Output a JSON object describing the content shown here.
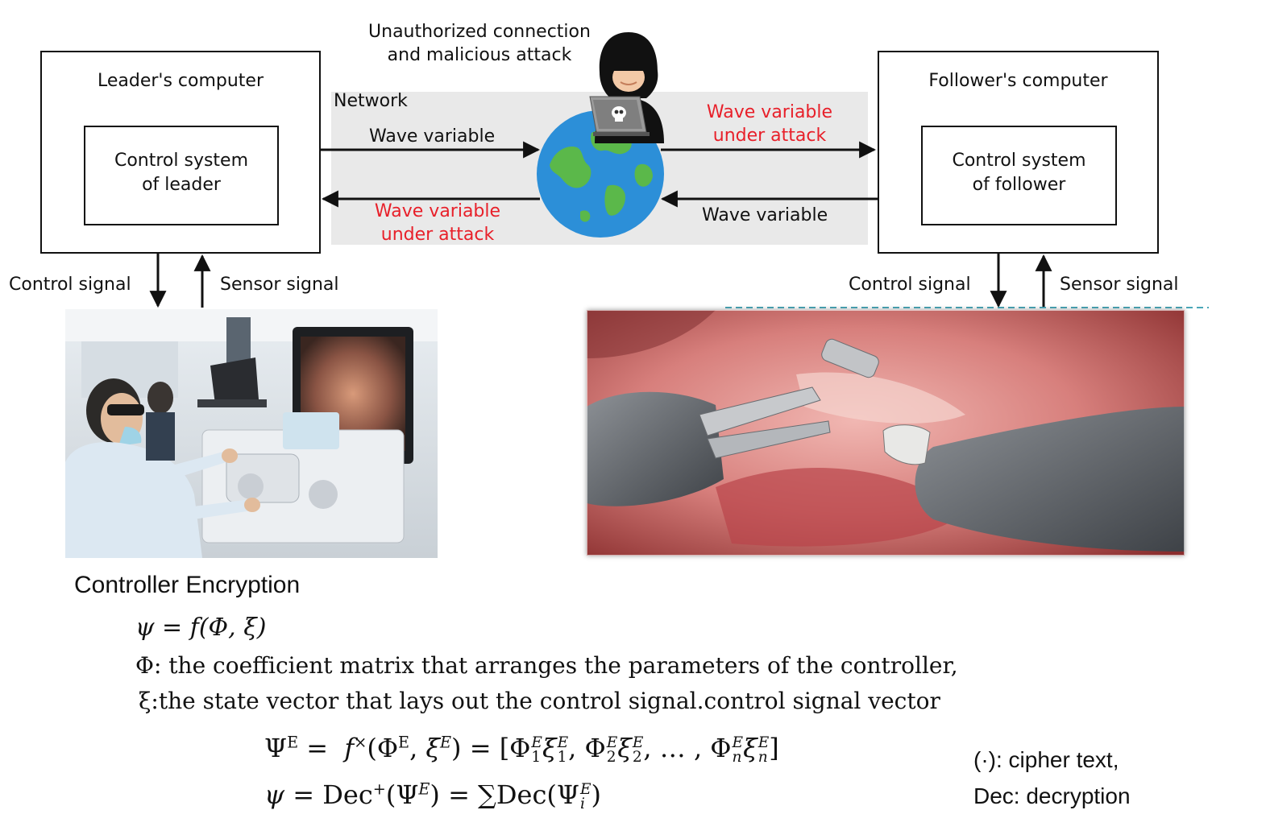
{
  "attack_label": [
    "Unauthorized connection",
    "and malicious attack"
  ],
  "network_label": "Network",
  "leader": {
    "title": "Leader's computer",
    "inner": [
      "Control system",
      "of leader"
    ],
    "control_signal": "Control signal",
    "sensor_signal": "Sensor signal"
  },
  "follower": {
    "title": "Follower's computer",
    "inner": [
      "Control system",
      "of follower"
    ],
    "control_signal": "Control signal",
    "sensor_signal": "Sensor signal"
  },
  "arrows": {
    "top_left": "Wave variable",
    "top_right": [
      "Wave variable",
      "under attack"
    ],
    "bottom_left": [
      "Wave variable",
      "under attack"
    ],
    "bottom_right": "Wave variable"
  },
  "colors": {
    "attack_text": "#e8202a",
    "network_band": "#e9e9e9",
    "globe_ocean": "#2c8fd8",
    "globe_land": "#5bb84a"
  },
  "icons": {
    "hacker": "hooded-hacker-icon",
    "globe": "globe-icon",
    "laptop": "laptop-skull-icon"
  },
  "bottom": {
    "heading": "Controller Encryption",
    "eq1": "ψ = f(Φ, ξ)",
    "def_phi": "Φ: the coefficient matrix that arranges the parameters of the controller,",
    "def_xi": "ξ:the state vector that lays out the control signal.control signal vector",
    "note_cipher": "(·): cipher text,",
    "note_dec": "Dec: decryption"
  }
}
